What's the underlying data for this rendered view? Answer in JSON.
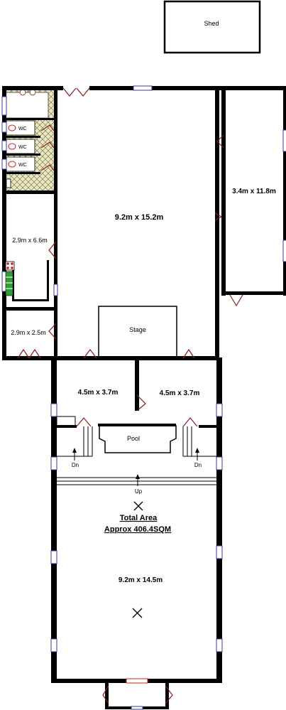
{
  "plan": {
    "shed_label": "Shed",
    "rooms": {
      "main_hall": "9.2m x 15.2m",
      "side_room": "3.4m x 11.8m",
      "kitchen": "2.9m x 6.6m",
      "small_room": "2.9m x 2.5m",
      "stage": "Stage",
      "room_left": "4.5m x 3.7m",
      "room_right": "4.5m x 3.7m",
      "pool": "Pool",
      "lower_hall": "9.2m x 14.5m"
    },
    "wc_labels": [
      "WC",
      "WC",
      "WC"
    ],
    "stair_labels": {
      "left": "Dn",
      "right": "Dn",
      "center": "Up"
    },
    "total_area": {
      "line1": "Total Area",
      "line2": "Approx 406.4SQM"
    }
  },
  "colors": {
    "wall": "#000000",
    "door": "#8a1b1b",
    "window": "#3a3a9a",
    "wc_fill": "#f1e3c9",
    "wc_hatch": "#6a8a3a",
    "kitchen_green": "#2f9e3a",
    "kitchen_red": "#c82020"
  }
}
